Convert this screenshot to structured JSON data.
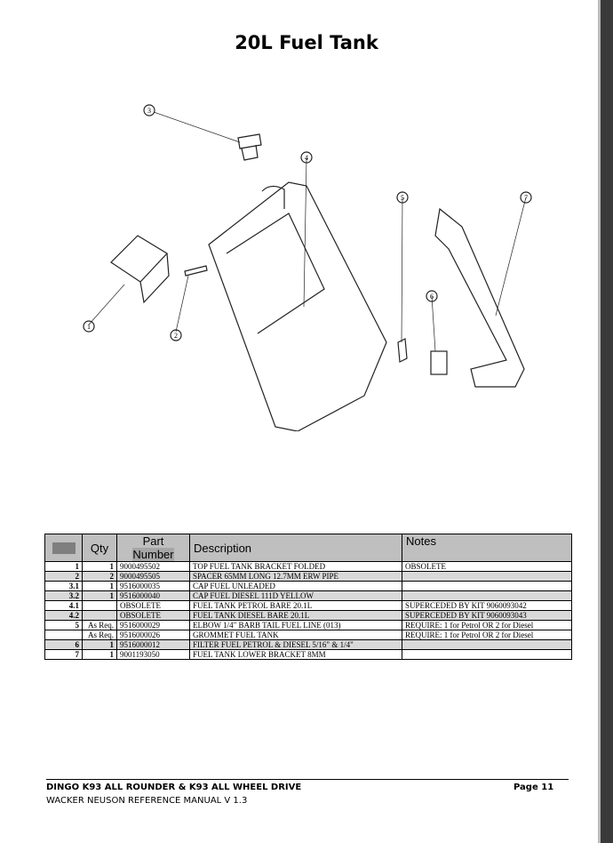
{
  "title": "20L Fuel Tank",
  "callouts": [
    "1",
    "2",
    "3",
    "4",
    "5",
    "6",
    "7"
  ],
  "table": {
    "headers": {
      "qty": "Qty",
      "part_line1": "Part",
      "part_line2": "Number",
      "description": "Description",
      "notes": "Notes"
    },
    "rows": [
      {
        "item": "1",
        "qty": "1",
        "part": "9000495502",
        "desc": "TOP FUEL TANK BRACKET FOLDED",
        "notes": "OBSOLETE",
        "shade": false
      },
      {
        "item": "2",
        "qty": "2",
        "part": "9000495505",
        "desc": "SPACER 65MM LONG 12.7MM ERW PIPE",
        "notes": "",
        "shade": true
      },
      {
        "item": "3.1",
        "qty": "1",
        "part": "9516000035",
        "desc": "CAP FUEL UNLEADED",
        "notes": "",
        "shade": false
      },
      {
        "item": "3.2",
        "qty": "1",
        "part": "9516000040",
        "desc": "CAP FUEL DIESEL 111D YELLOW",
        "notes": "",
        "shade": true
      },
      {
        "item": "4.1",
        "qty": "",
        "part": "OBSOLETE",
        "desc": "FUEL TANK PETROL BARE 20.1L",
        "notes": "SUPERCEDED BY KIT 9060093042",
        "shade": false
      },
      {
        "item": "4.2",
        "qty": "",
        "part": "OBSOLETE",
        "desc": "FUEL TANK DIESEL BARE 20.1L",
        "notes": "SUPERCEDED BY KIT 9060093043",
        "shade": true
      },
      {
        "item": "5",
        "qty": "As Req.",
        "part": "9516000029",
        "desc": "ELBOW 1/4\" BARB TAIL FUEL LINE (013)",
        "notes": "REQUIRE: 1 for Petrol OR 2 for Diesel",
        "shade": false
      },
      {
        "item": "",
        "qty": "As Req.",
        "part": "9516000026",
        "desc": "GROMMET FUEL TANK",
        "notes": "REQUIRE: 1 for Petrol OR 2 for Diesel",
        "shade": false
      },
      {
        "item": "6",
        "qty": "1",
        "part": "9516000012",
        "desc": "FILTER FUEL PETROL & DIESEL 5/16\" & 1/4\"",
        "notes": "",
        "shade": true
      },
      {
        "item": "7",
        "qty": "1",
        "part": "9001193050",
        "desc": "FUEL TANK LOWER BRACKET 8MM",
        "notes": "",
        "shade": false
      }
    ]
  },
  "footer": {
    "line1": "DINGO K93 ALL ROUNDER & K93 ALL WHEEL DRIVE",
    "line2": "WACKER NEUSON REFERENCE MANUAL V 1.3",
    "page": "Page 11"
  }
}
